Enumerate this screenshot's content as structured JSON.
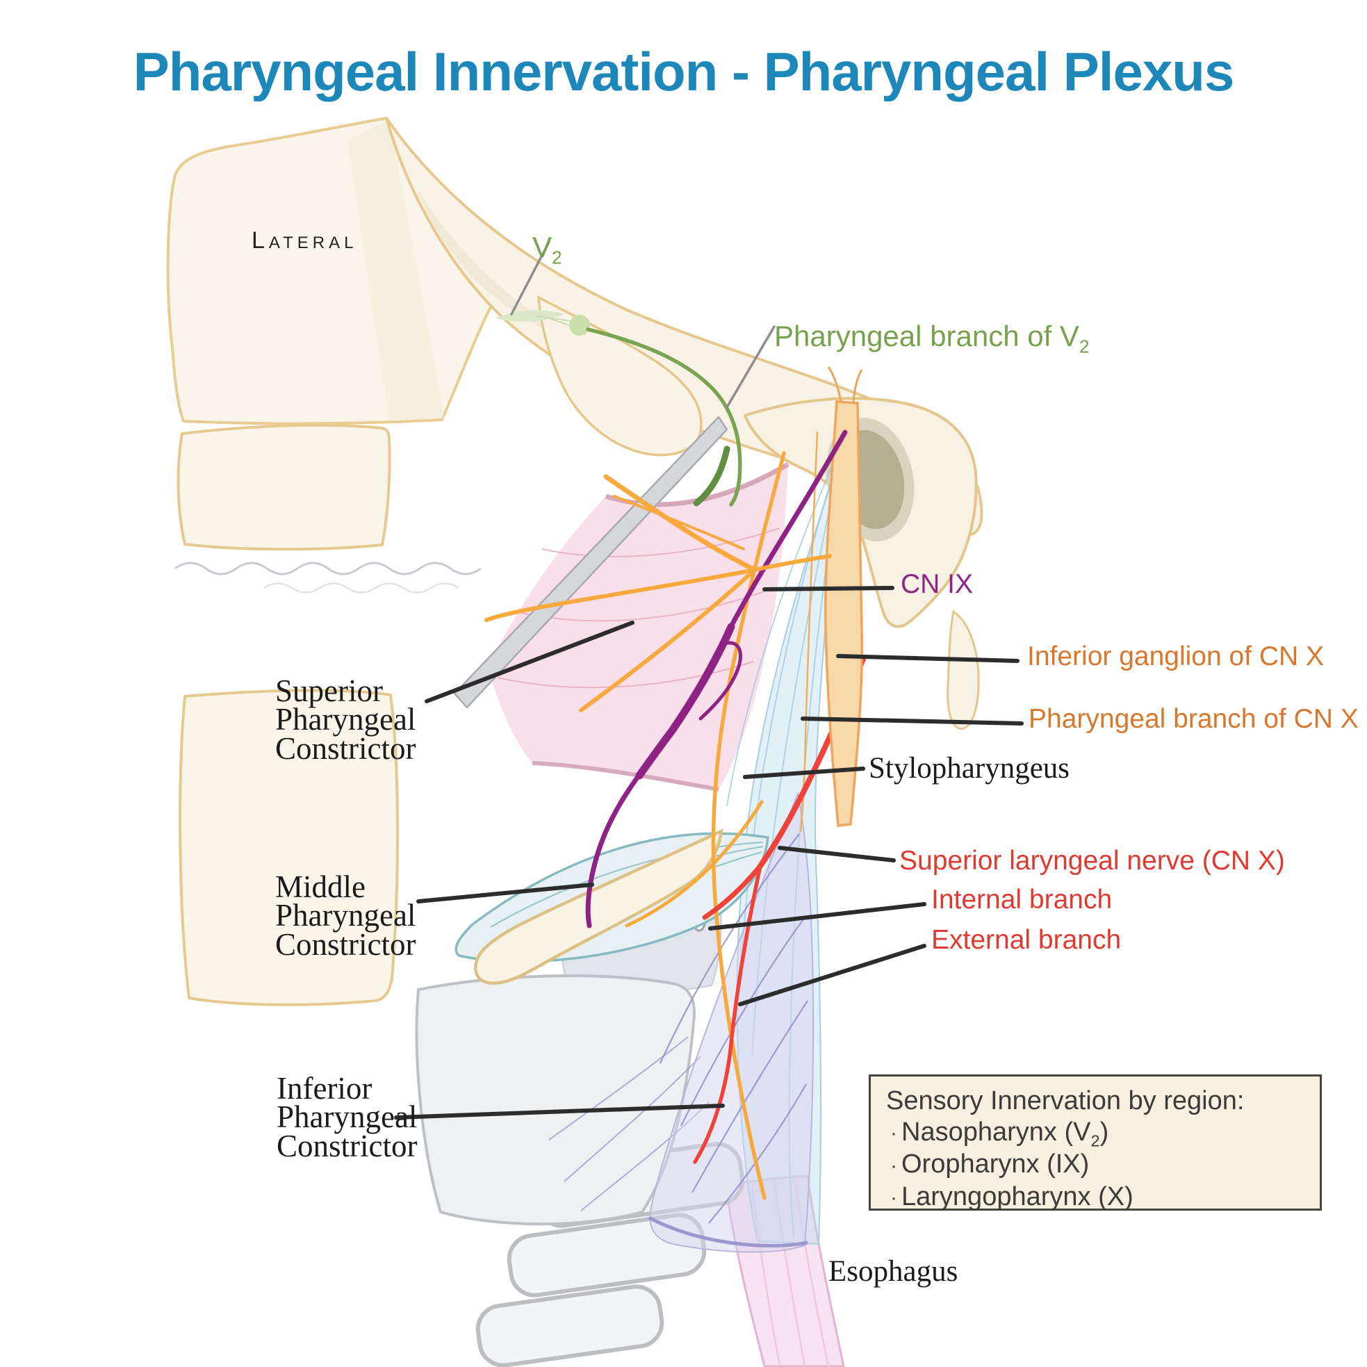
{
  "title": "Pharyngeal Innervation - Pharyngeal Plexus",
  "orientation": "Lateral",
  "colors": {
    "title_blue": "#1d87ba",
    "nerve_green": "#77a14c",
    "nerve_purple": "#8e2487",
    "nerve_orange": "#d9772c",
    "nerve_red": "#e03a30",
    "label_black": "#1b1b1b",
    "bone_fill": "#f8f3e6",
    "bone_outline": "#e6c88e",
    "muscle_pink": "#f8dfe9",
    "muscle_teal": "#e7f1f3",
    "muscle_lavender": "#d5d4f0",
    "vagus_tan": "#f8d8a8",
    "legend_bg": "#f6f0e0"
  },
  "labels": {
    "v2": {
      "main": "V",
      "sub": "2"
    },
    "pharyngeal_branch_v2": {
      "main": "Pharyngeal branch of V",
      "sub": "2"
    },
    "cn_ix": "CN IX",
    "inferior_ganglion": "Inferior ganglion of CN X",
    "pharyngeal_branch_cnx": "Pharyngeal branch of CN X",
    "stylopharyngeus": "Stylopharyngeus",
    "superior_laryngeal": "Superior laryngeal nerve (CN X)",
    "internal_branch": "Internal branch",
    "external_branch": "External branch",
    "superior_constrictor": "Superior\nPharyngeal\nConstrictor",
    "middle_constrictor": "Middle\nPharyngeal\nConstrictor",
    "inferior_constrictor": "Inferior\nPharyngeal\nConstrictor",
    "esophagus": "Esophagus"
  },
  "legend": {
    "title": "Sensory Innervation by region:",
    "bullet": "·",
    "items": [
      {
        "pre": "Nasopharynx (V",
        "sub": "2",
        "post": ")"
      },
      {
        "text": "Oropharynx (IX)"
      },
      {
        "text": "Laryngopharynx (X)"
      }
    ]
  }
}
